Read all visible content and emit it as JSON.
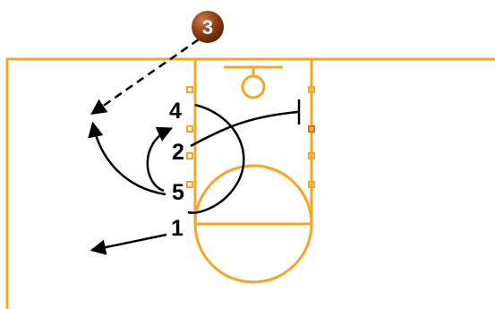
{
  "colors": {
    "court_lines": "#f5a623",
    "block_mark": "#e8641c",
    "paths": "#000000",
    "ball_base": "#8a3a12",
    "ball_highlight": "#d07a45",
    "ball_label": "#ffffff"
  },
  "players": [
    {
      "id": "player-1",
      "label": "1"
    },
    {
      "id": "player-2",
      "label": "2"
    },
    {
      "id": "player-3",
      "label": "3",
      "has_ball": true
    },
    {
      "id": "player-4",
      "label": "4"
    },
    {
      "id": "player-5",
      "label": "5"
    }
  ],
  "actions": [
    {
      "name": "pass-3-to-wing",
      "type": "pass",
      "style": "dashed-arrow"
    },
    {
      "name": "cut-player-1",
      "type": "cut",
      "style": "arrow"
    },
    {
      "name": "screen-player-2",
      "type": "screen",
      "style": "line-with-bar"
    },
    {
      "name": "cut-player-4",
      "type": "cut",
      "style": "curved-arrow"
    },
    {
      "name": "cut-player-5",
      "type": "cut",
      "style": "curved-arrow"
    }
  ]
}
